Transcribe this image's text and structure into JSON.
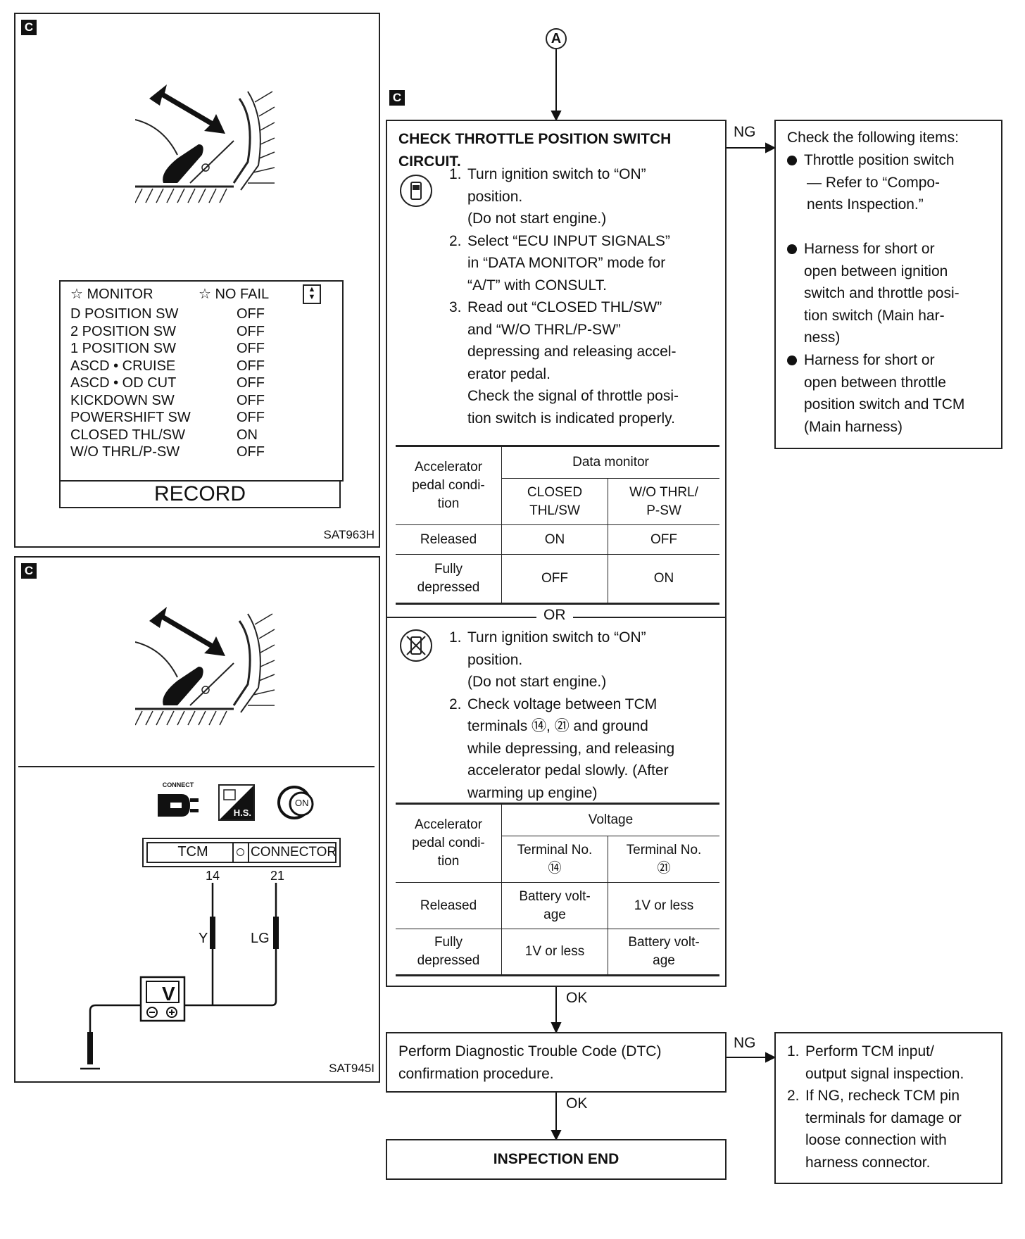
{
  "figure_top": {
    "badge": "C",
    "monitor_header": [
      "☆ MONITOR",
      "☆ NO FAIL"
    ],
    "monitor_rows": [
      {
        "item": "D POSITION SW",
        "value": "OFF"
      },
      {
        "item": "2 POSITION SW",
        "value": "OFF"
      },
      {
        "item": "1 POSITION SW",
        "value": "OFF"
      },
      {
        "item": "ASCD • CRUISE",
        "value": "OFF"
      },
      {
        "item": "ASCD • OD CUT",
        "value": "OFF"
      },
      {
        "item": "KICKDOWN SW",
        "value": "OFF"
      },
      {
        "item": "POWERSHIFT SW",
        "value": "OFF"
      },
      {
        "item": "CLOSED THL/SW",
        "value": "ON"
      },
      {
        "item": "W/O THRL/P-SW",
        "value": "OFF"
      }
    ],
    "record_button": "RECORD",
    "code": "SAT963H"
  },
  "figure_bottom": {
    "badge": "C",
    "connect_label": "CONNECT",
    "hs_label": "H.S.",
    "on_label": "ON",
    "connector_tcm": "TCM",
    "connector_label": "CONNECTOR",
    "pin_14": "14",
    "pin_21": "21",
    "wire_y": "Y",
    "wire_lg": "LG",
    "meter": "V",
    "code": "SAT945I"
  },
  "flow": {
    "start_marker": "A",
    "badge": "C",
    "check_title": [
      "CHECK THROTTLE POSITION SWITCH",
      "CIRCUIT."
    ],
    "consult_steps": [
      {
        "n": "1.",
        "lines": [
          "Turn ignition switch to “ON”",
          "position.",
          "(Do not start engine.)"
        ]
      },
      {
        "n": "2.",
        "lines": [
          "Select “ECU INPUT SIGNALS”",
          "in “DATA MONITOR” mode for",
          "“A/T” with CONSULT."
        ]
      },
      {
        "n": "3.",
        "lines": [
          "Read out “CLOSED THL/SW”",
          "and “W/O THRL/P-SW”",
          "depressing and releasing accel-",
          "erator pedal.",
          "Check the signal of throttle posi-",
          "tion switch is indicated properly."
        ]
      }
    ],
    "table1": {
      "head_left": [
        "Accelerator",
        "pedal condi-",
        "tion"
      ],
      "head_group": "Data monitor",
      "col1": [
        "CLOSED",
        "THL/SW"
      ],
      "col2": [
        "W/O THRL/",
        "P-SW"
      ],
      "rows": [
        {
          "cond": [
            "Released"
          ],
          "a": "ON",
          "b": "OFF"
        },
        {
          "cond": [
            "Fully",
            "depressed"
          ],
          "a": "OFF",
          "b": "ON"
        }
      ]
    },
    "or_label": "OR",
    "tester_steps": [
      {
        "n": "1.",
        "lines": [
          "Turn ignition switch to “ON”",
          "position.",
          "(Do not start engine.)"
        ]
      },
      {
        "n": "2.",
        "lines": [
          "Check voltage between TCM",
          "terminals ⑭, ㉑ and ground",
          "while depressing, and releasing",
          "accelerator pedal slowly. (After",
          "warming up engine)"
        ]
      }
    ],
    "table2": {
      "head_left": [
        "Accelerator",
        "pedal condi-",
        "tion"
      ],
      "head_group": "Voltage",
      "col1": [
        "Terminal No.",
        "⑭"
      ],
      "col2": [
        "Terminal No.",
        "㉑"
      ],
      "rows": [
        {
          "cond": [
            "Released"
          ],
          "a": [
            "Battery volt-",
            "age"
          ],
          "b": [
            "1V or less"
          ]
        },
        {
          "cond": [
            "Fully",
            "depressed"
          ],
          "a": [
            "1V or less"
          ],
          "b": [
            "Battery volt-",
            "age"
          ]
        }
      ]
    },
    "ng_label_1": "NG",
    "ng_box_1": {
      "title": "Check the following items:",
      "bullets": [
        [
          "Throttle position switch",
          "— Refer to “Compo-",
          "nents Inspection.”"
        ],
        [
          "Harness for short or",
          "open between ignition",
          "switch and throttle posi-",
          "tion switch (Main har-",
          "ness)"
        ],
        [
          "Harness for short or",
          "open between throttle",
          "position switch and TCM",
          "(Main harness)"
        ]
      ]
    },
    "ok_label_1": "OK",
    "dtc_box": [
      "Perform Diagnostic Trouble Code (DTC)",
      "confirmation procedure."
    ],
    "ng_label_2": "NG",
    "ng_box_2": [
      {
        "n": "1.",
        "lines": [
          "Perform TCM input/",
          "output signal inspection."
        ]
      },
      {
        "n": "2.",
        "lines": [
          "If NG, recheck TCM pin",
          "terminals for damage or",
          "loose connection with",
          "harness connector."
        ]
      }
    ],
    "ok_label_2": "OK",
    "end_box": "INSPECTION END"
  }
}
